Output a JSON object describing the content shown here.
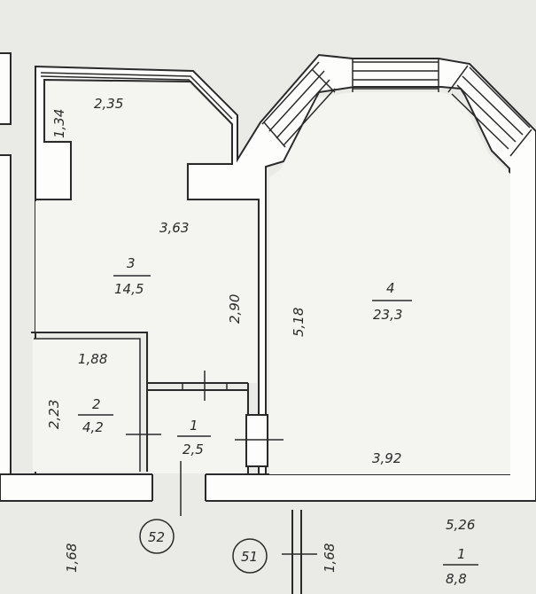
{
  "dimensions": {
    "top_width": "2,35",
    "left_height": "1,34",
    "mid_width": "3,63",
    "partition_height": "2,90",
    "room4_height": "5,18",
    "room2_width": "1,88",
    "room2_height": "2,23",
    "room4_width": "3,92",
    "outer_width": "5,26",
    "bottom_left": "1,68",
    "bottom_mid": "1,68"
  },
  "rooms": {
    "r1": {
      "number": "1",
      "area": "2,5"
    },
    "r2": {
      "number": "2",
      "area": "4,2"
    },
    "r3": {
      "number": "3",
      "area": "14,5"
    },
    "r4": {
      "number": "4",
      "area": "23,3"
    },
    "outside": {
      "number": "1",
      "area": "8,8"
    }
  },
  "markers": {
    "left": "52",
    "right": "51"
  }
}
